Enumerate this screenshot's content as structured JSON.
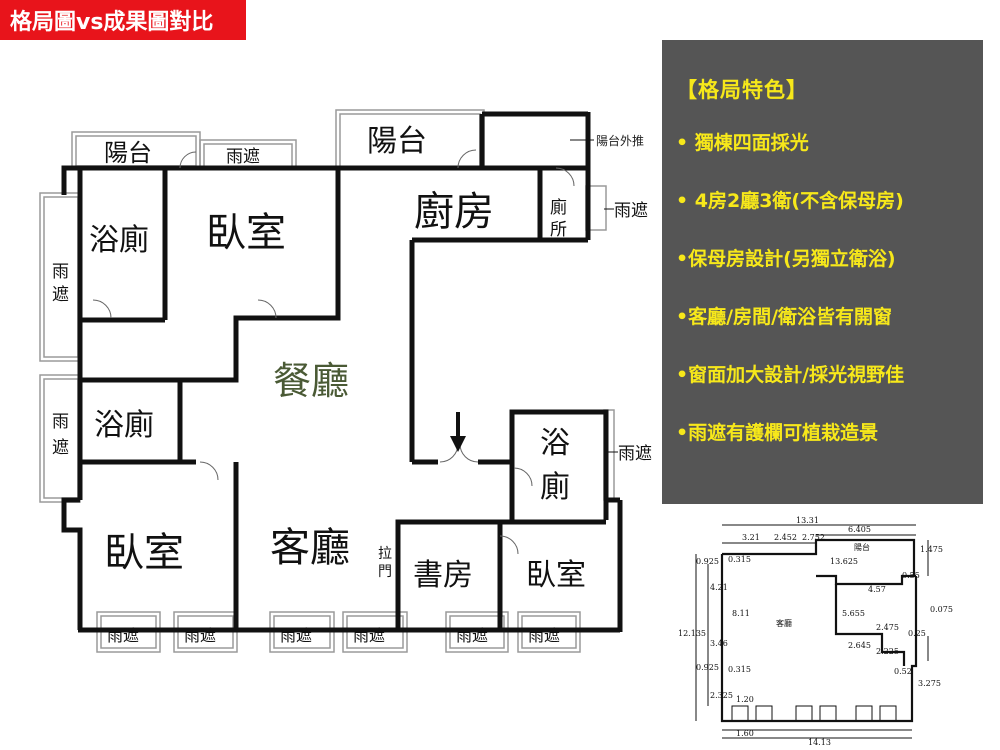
{
  "header": {
    "title": "格局圖vs成果圖對比"
  },
  "plan": {
    "rooms": {
      "balcony_left": "陽台",
      "rain_top_small": "雨遮",
      "balcony_right": "陽台",
      "balcony_extension": "陽台外推",
      "bath_top": "浴廁",
      "bedroom_top": "臥室",
      "kitchen": "廚房",
      "toilet_a": "廁",
      "toilet_b": "所",
      "rain_right_top": "雨遮",
      "rain_left_top_a": "雨",
      "rain_left_top_b": "遮",
      "dining": "餐廳",
      "rain_left_mid_a": "雨",
      "rain_left_mid_b": "遮",
      "bath_mid": "浴廁",
      "bath_right_a": "浴",
      "bath_right_b": "廁",
      "rain_right_mid": "雨遮",
      "bedroom_bottom_left": "臥室",
      "living": "客廳",
      "sliding_door_a": "拉",
      "sliding_door_b": "門",
      "study": "書房",
      "bedroom_bottom_right": "臥室",
      "rain_bottom": [
        "雨遮",
        "雨遮",
        "雨遮",
        "雨遮",
        "雨遮",
        "雨遮"
      ]
    }
  },
  "features": {
    "heading": "【格局特色】",
    "items": [
      "• 獨棟四面採光",
      "• 4房2廳3衛(不含保母房)",
      "•保母房設計(另獨立衛浴)",
      "•客廳/房間/衛浴皆有開窗",
      "•窗面加大設計/採光視野佳",
      "•雨遮有護欄可植栽造景"
    ]
  },
  "blueprint": {
    "dims": {
      "top_total": "13.31",
      "top_right": "6.405",
      "d1": "3.21",
      "d2": "2.452",
      "d3": "2.752",
      "d4": "13.625",
      "d5": "1.475",
      "d6": "0.925",
      "d7": "0.315",
      "d8": "4.57",
      "d9": "0.55",
      "d10": "12.135",
      "d11": "4.21",
      "d12": "8.11",
      "d13": "5.655",
      "d14": "0.075",
      "d15": "2.475",
      "d16": "3.46",
      "d17": "2.645",
      "d18": "2.225",
      "d19": "0.25",
      "d20": "0.52",
      "d21": "0.925",
      "d22": "0.315",
      "d23": "3.275",
      "d24": "2.325",
      "bottom_a": "1.20",
      "bottom_b": "1.60",
      "bottom_total": "14.13",
      "center_label": "客廳",
      "balcony_label": "陽台"
    }
  }
}
